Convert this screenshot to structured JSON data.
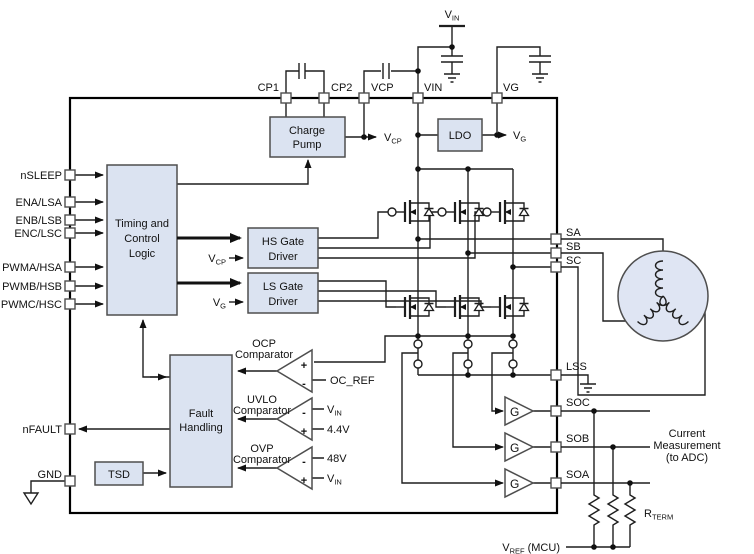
{
  "ic": {
    "pins_top": [
      "CP1",
      "CP2",
      "VCP",
      "VIN",
      "VG"
    ],
    "pins_left": [
      "nSLEEP",
      "ENA/LSA",
      "ENB/LSB",
      "ENC/LSC",
      "PWMA/HSA",
      "PWMB/HSB",
      "PWMC/HSC"
    ],
    "pins_fault": {
      "nfault": "nFAULT",
      "gnd": "GND"
    },
    "pins_right": {
      "sa": "SA",
      "sb": "SB",
      "sc": "SC",
      "lss": "LSS",
      "soc": "SOC",
      "sob": "SOB",
      "soa": "SOA"
    }
  },
  "blocks": {
    "charge_pump": [
      "Charge",
      "Pump"
    ],
    "ldo": "LDO",
    "timing": [
      "Timing and",
      "Control",
      "Logic"
    ],
    "hs_driver": [
      "HS Gate",
      "Driver"
    ],
    "ls_driver": [
      "LS Gate",
      "Driver"
    ],
    "fault": [
      "Fault",
      "Handling"
    ],
    "tsd": "TSD"
  },
  "comparators": {
    "ocp": {
      "name": "OCP",
      "sub": "Comparator",
      "plus": "+",
      "minus": "-",
      "ref": "OC_REF"
    },
    "uvlo": {
      "name": "UVLO",
      "sub": "Comparator",
      "plus": "+",
      "minus": "-",
      "threshold": "4.4V"
    },
    "ovp": {
      "name": "OVP",
      "sub": "Comparator",
      "plus": "+",
      "minus": "-",
      "threshold": "48V"
    }
  },
  "amps": {
    "gain": "G"
  },
  "sym": {
    "vin": {
      "m": "V",
      "s": "IN"
    },
    "vcp": {
      "m": "V",
      "s": "CP"
    },
    "vg": {
      "m": "V",
      "s": "G"
    },
    "rterm": {
      "m": "R",
      "s": "TERM"
    },
    "vref": {
      "m": "V",
      "s": "REF",
      "rest": "(MCU)"
    }
  },
  "annotations": {
    "current_measurement": [
      "Current",
      "Measurement",
      "(to ADC)"
    ]
  },
  "colors": {
    "block_fill": "#dbe3f1",
    "motor_fill": "#dfe5f3",
    "line": "#1e1e1e"
  }
}
